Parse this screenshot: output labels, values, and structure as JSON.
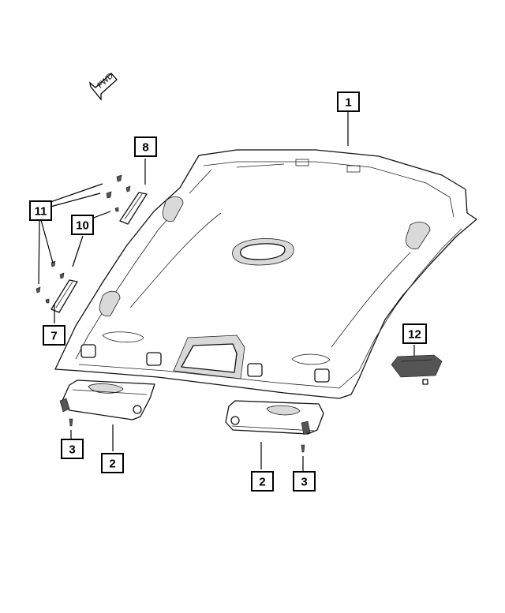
{
  "diagram": {
    "fwd_label": "FWD",
    "callouts": [
      {
        "id": "c1",
        "label": "1"
      },
      {
        "id": "c2a",
        "label": "2"
      },
      {
        "id": "c2b",
        "label": "2"
      },
      {
        "id": "c3a",
        "label": "3"
      },
      {
        "id": "c3b",
        "label": "3"
      },
      {
        "id": "c7",
        "label": "7"
      },
      {
        "id": "c8",
        "label": "8"
      },
      {
        "id": "c10",
        "label": "10"
      },
      {
        "id": "c11",
        "label": "11"
      },
      {
        "id": "c12",
        "label": "12"
      }
    ]
  }
}
